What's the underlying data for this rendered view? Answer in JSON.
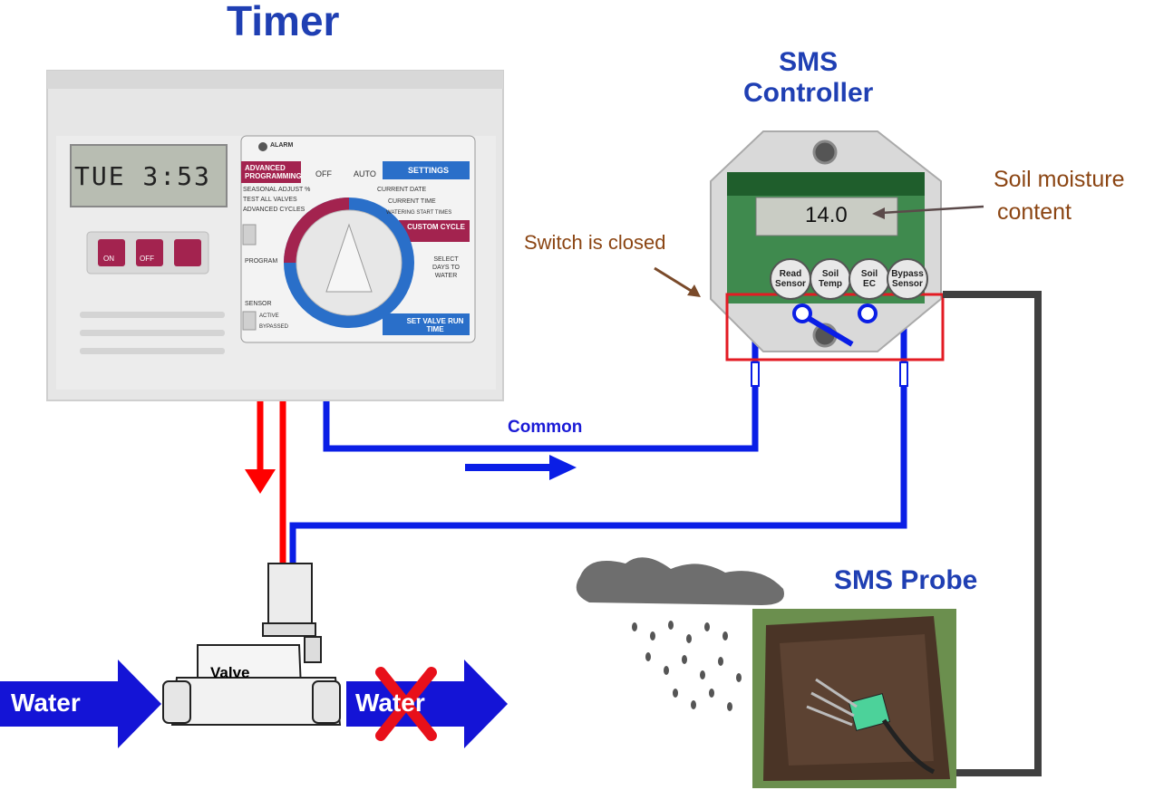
{
  "titles": {
    "timer": "Timer",
    "sms_controller_line1": "SMS",
    "sms_controller_line2": "Controller",
    "sms_probe": "SMS Probe"
  },
  "annotations": {
    "soil_moisture_line1": "Soil moisture",
    "soil_moisture_line2": "content",
    "switch_closed": "Switch is closed",
    "common": "Common",
    "valve": "Valve",
    "water_in": "Water",
    "water_out": "Water"
  },
  "timer_panel": {
    "lcd_display": "TUE 3:53",
    "alarm": "ALARM",
    "advanced_programming": "ADVANCED PROGRAMMING",
    "seasonal_adjust": "SEASONAL ADJUST %",
    "test_all_valves": "TEST ALL VALVES",
    "advanced_cycles": "ADVANCED CYCLES",
    "off": "OFF",
    "auto": "AUTO",
    "settings": "SETTINGS",
    "current_date": "CURRENT DATE",
    "current_time": "CURRENT TIME",
    "watering_start_times": "WATERING START TIMES",
    "custom_cycle": "CUSTOM CYCLE",
    "select_days": "SELECT DAYS TO WATER",
    "set_valve_run_time": "SET VALVE RUN TIME",
    "program": "PROGRAM",
    "sensor": "SENSOR",
    "active": "ACTIVE",
    "bypassed": "BYPASSED",
    "btn_on": "ON",
    "btn_off": "OFF"
  },
  "sms_panel": {
    "reading": "14.0",
    "buttons": [
      {
        "line1": "Read",
        "line2": "Sensor"
      },
      {
        "line1": "Soil",
        "line2": "Temp"
      },
      {
        "line1": "Soil",
        "line2": "EC"
      },
      {
        "line1": "Bypass",
        "line2": "Sensor"
      }
    ]
  },
  "colors": {
    "title_blue": "#1f3fb3",
    "wire_blue": "#0a1ee6",
    "wire_red": "#ff0000",
    "annotation_brown": "#8b4513",
    "probe_cable": "#404040"
  }
}
